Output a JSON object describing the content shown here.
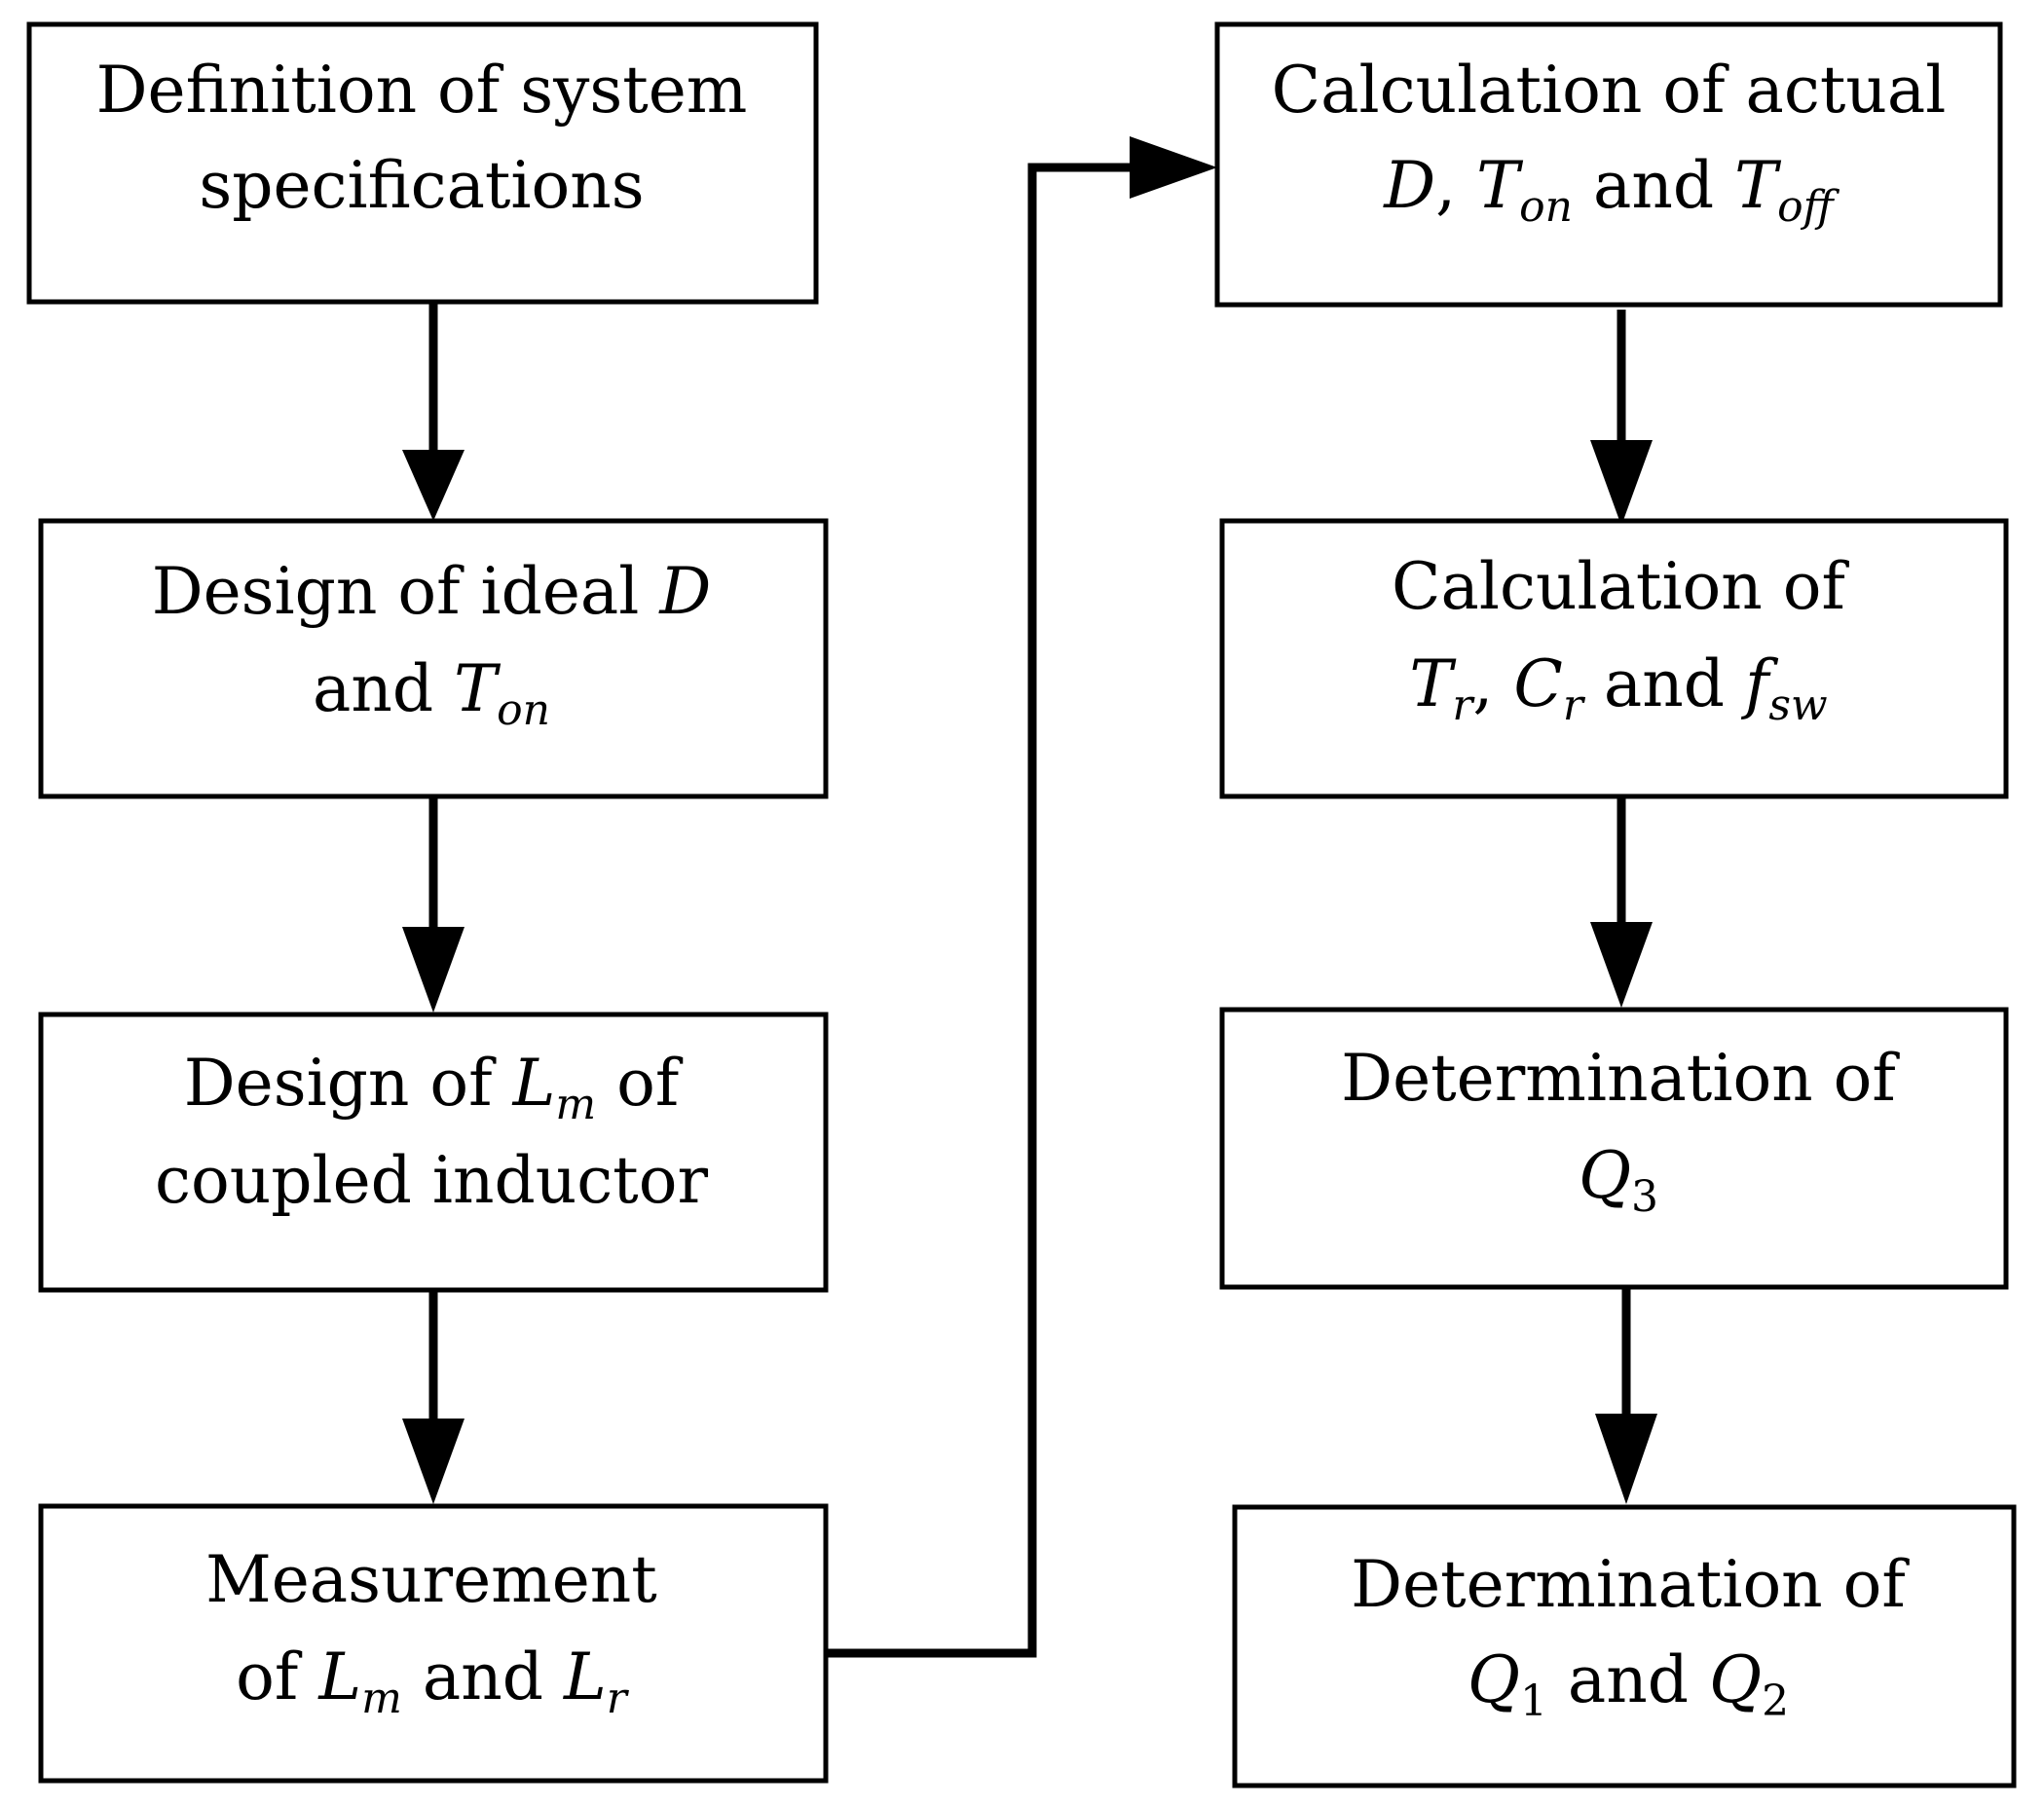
{
  "diagram": {
    "nodes": [
      {
        "id": "specs",
        "lines": [
          [
            {
              "t": "Definition of system"
            }
          ],
          [
            {
              "t": "specifications"
            }
          ]
        ]
      },
      {
        "id": "ideal-d-ton",
        "lines": [
          [
            {
              "t": "Design of ideal "
            },
            {
              "t": "D",
              "i": true
            }
          ],
          [
            {
              "t": "and "
            },
            {
              "t": "T",
              "i": true
            },
            {
              "t": "on",
              "sub": true,
              "i": true
            }
          ]
        ]
      },
      {
        "id": "lm-design",
        "lines": [
          [
            {
              "t": "Design of "
            },
            {
              "t": "L",
              "i": true
            },
            {
              "t": "m",
              "sub": true,
              "i": true
            },
            {
              "t": " of"
            }
          ],
          [
            {
              "t": "coupled inductor"
            }
          ]
        ]
      },
      {
        "id": "lm-lr-measure",
        "lines": [
          [
            {
              "t": "Measurement"
            }
          ],
          [
            {
              "t": "of "
            },
            {
              "t": "L",
              "i": true
            },
            {
              "t": "m",
              "sub": true,
              "i": true
            },
            {
              "t": " and "
            },
            {
              "t": "L",
              "i": true
            },
            {
              "t": "r",
              "sub": true,
              "i": true
            }
          ]
        ]
      },
      {
        "id": "actual-d",
        "lines": [
          [
            {
              "t": "Calculation of actual"
            }
          ],
          [
            {
              "t": "D",
              "i": true
            },
            {
              "t": ", "
            },
            {
              "t": "T",
              "i": true
            },
            {
              "t": "on",
              "sub": true,
              "i": true
            },
            {
              "t": " and "
            },
            {
              "t": "T",
              "i": true
            },
            {
              "t": "off",
              "sub": true,
              "i": true
            }
          ]
        ]
      },
      {
        "id": "tr-cr-fsw",
        "lines": [
          [
            {
              "t": "Calculation of"
            }
          ],
          [
            {
              "t": "T",
              "i": true
            },
            {
              "t": "r",
              "sub": true,
              "i": true
            },
            {
              "t": ", "
            },
            {
              "t": "C",
              "i": true
            },
            {
              "t": "r",
              "sub": true,
              "i": true
            },
            {
              "t": " and "
            },
            {
              "t": "f",
              "i": true
            },
            {
              "t": "sw",
              "sub": true,
              "i": true
            }
          ]
        ]
      },
      {
        "id": "q3",
        "lines": [
          [
            {
              "t": "Determination of"
            }
          ],
          [
            {
              "t": "Q",
              "i": true
            },
            {
              "t": "3",
              "sub": true
            }
          ]
        ]
      },
      {
        "id": "q1-q2",
        "lines": [
          [
            {
              "t": "Determination of"
            }
          ],
          [
            {
              "t": "Q",
              "i": true
            },
            {
              "t": "1",
              "sub": true
            },
            {
              "t": " and "
            },
            {
              "t": "Q",
              "i": true
            },
            {
              "t": "2",
              "sub": true
            }
          ]
        ]
      }
    ],
    "edges": [
      {
        "from": "specs",
        "to": "ideal-d-ton"
      },
      {
        "from": "ideal-d-ton",
        "to": "lm-design"
      },
      {
        "from": "lm-design",
        "to": "lm-lr-measure"
      },
      {
        "from": "lm-lr-measure",
        "to": "actual-d"
      },
      {
        "from": "actual-d",
        "to": "tr-cr-fsw"
      },
      {
        "from": "tr-cr-fsw",
        "to": "q3"
      },
      {
        "from": "q3",
        "to": "q1-q2"
      }
    ]
  }
}
